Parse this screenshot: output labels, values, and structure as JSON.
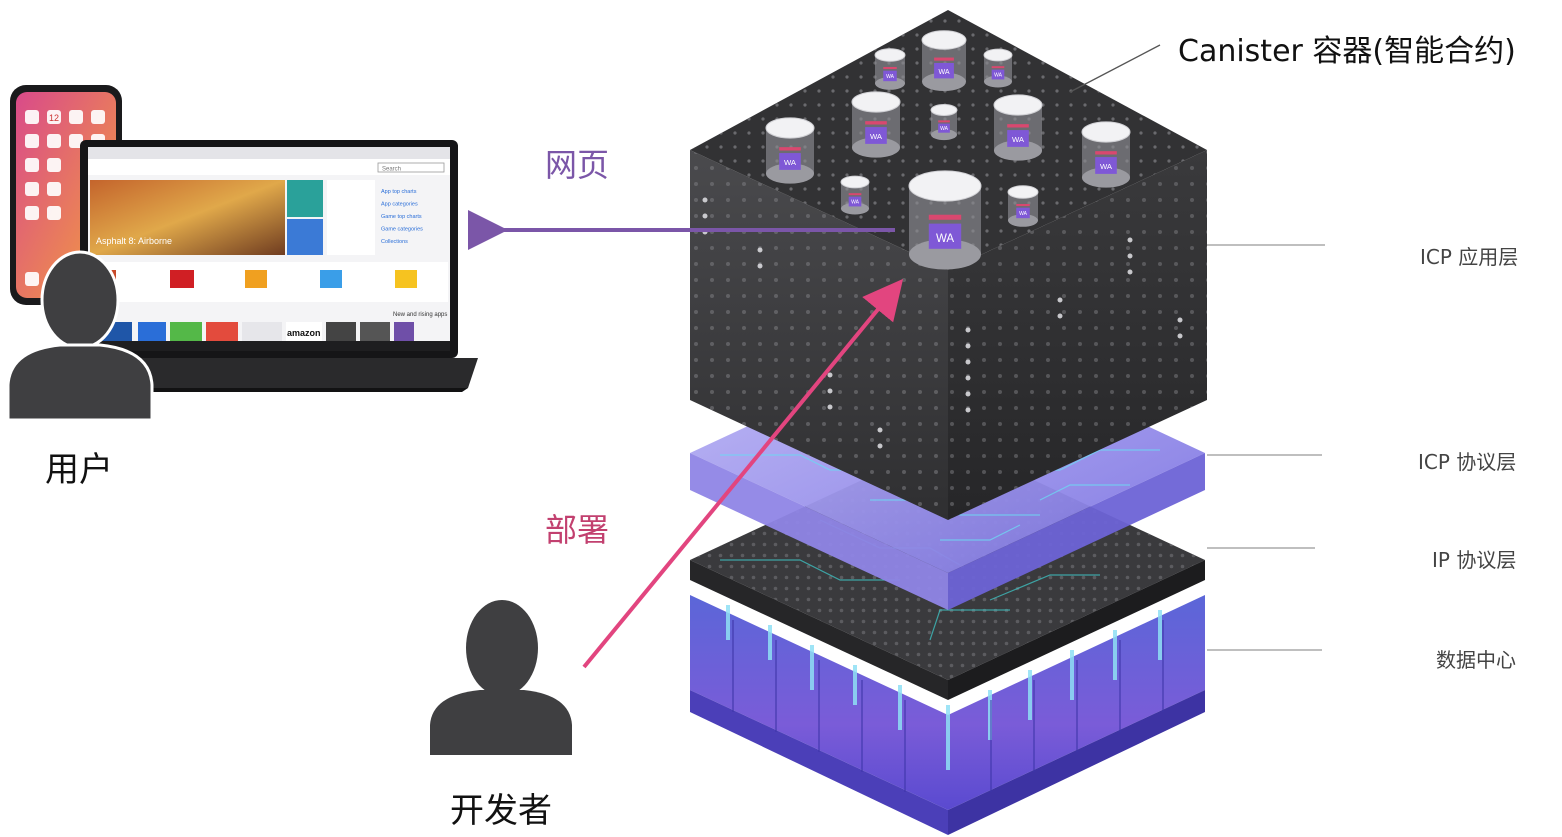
{
  "labels": {
    "canister": "Canister 容器(智能合约)",
    "app_layer": "ICP 应用层",
    "icp_protocol": "ICP 协议层",
    "ip_protocol": "IP 协议层",
    "datacenter": "数据中心",
    "webpage": "网页",
    "deploy": "部署",
    "user": "用户",
    "developer": "开发者"
  },
  "canisters": {
    "badge": "WA"
  },
  "laptop": {
    "hero_caption": "Asphalt 8: Airborne",
    "tile_brand": "amazon",
    "side_links": [
      "App top charts",
      "App categories",
      "Game top charts",
      "Game categories",
      "Collections"
    ],
    "section_label": "New and rising apps",
    "search_placeholder": "Search"
  },
  "phone": {
    "calendar_day": "12"
  },
  "colors": {
    "webpage_arrow": "#7b56a8",
    "deploy_arrow": "#e2457f",
    "cube_dark": "#3d3d3f",
    "protocol_layer": "#8d85e8",
    "datacenter": "#6a5ce0"
  }
}
